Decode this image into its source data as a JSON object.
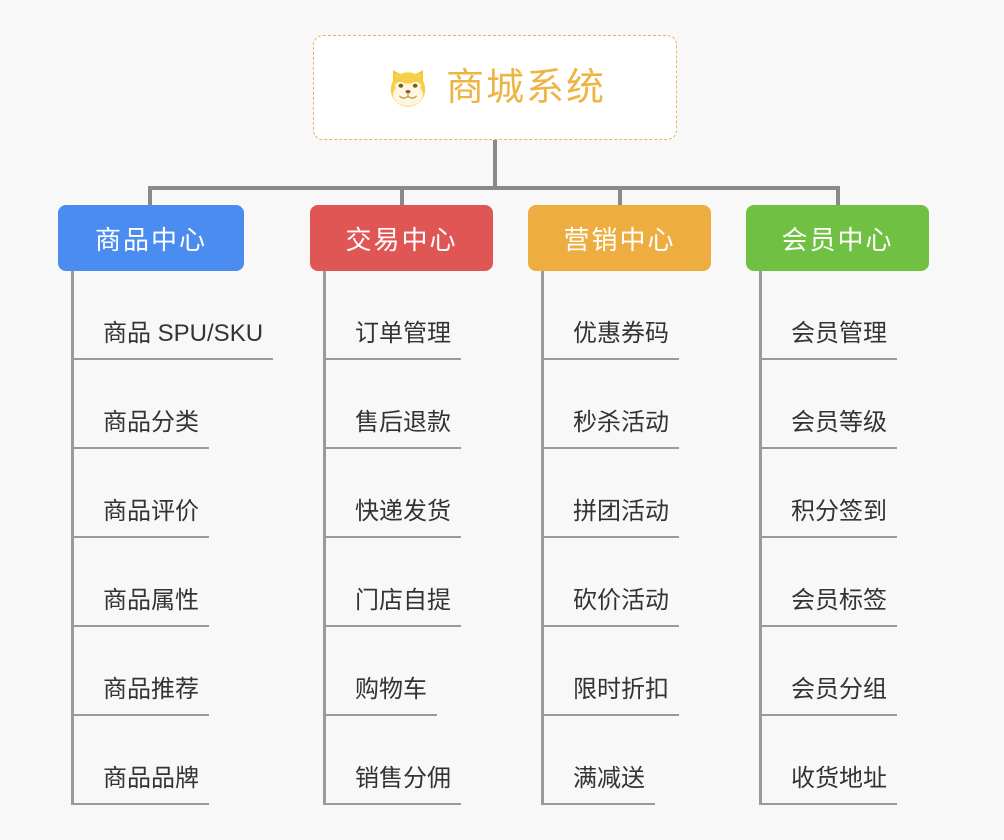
{
  "background_color": "#f8f8f8",
  "root": {
    "icon": "shiba-dog-face-icon",
    "title": "商城系统",
    "text_color": "#eeb545",
    "border_color": "#e8b55a"
  },
  "connector_color": "#8a8a8a",
  "branches": [
    {
      "id": "product-center",
      "label": "商品中心",
      "color": "#4a8cf0",
      "leaves": [
        {
          "label": "商品 SPU/SKU"
        },
        {
          "label": "商品分类"
        },
        {
          "label": "商品评价"
        },
        {
          "label": "商品属性"
        },
        {
          "label": "商品推荐"
        },
        {
          "label": "商品品牌"
        }
      ]
    },
    {
      "id": "trade-center",
      "label": "交易中心",
      "color": "#e05655",
      "leaves": [
        {
          "label": "订单管理"
        },
        {
          "label": "售后退款"
        },
        {
          "label": "快递发货"
        },
        {
          "label": "门店自提"
        },
        {
          "label": "购物车"
        },
        {
          "label": "销售分佣"
        }
      ]
    },
    {
      "id": "marketing-center",
      "label": "营销中心",
      "color": "#eead40",
      "leaves": [
        {
          "label": "优惠券码"
        },
        {
          "label": "秒杀活动"
        },
        {
          "label": "拼团活动"
        },
        {
          "label": "砍价活动"
        },
        {
          "label": "限时折扣"
        },
        {
          "label": "满减送"
        }
      ]
    },
    {
      "id": "member-center",
      "label": "会员中心",
      "color": "#70c043",
      "leaves": [
        {
          "label": "会员管理"
        },
        {
          "label": "会员等级"
        },
        {
          "label": "积分签到"
        },
        {
          "label": "会员标签"
        },
        {
          "label": "会员分组"
        },
        {
          "label": "收货地址"
        }
      ]
    }
  ]
}
